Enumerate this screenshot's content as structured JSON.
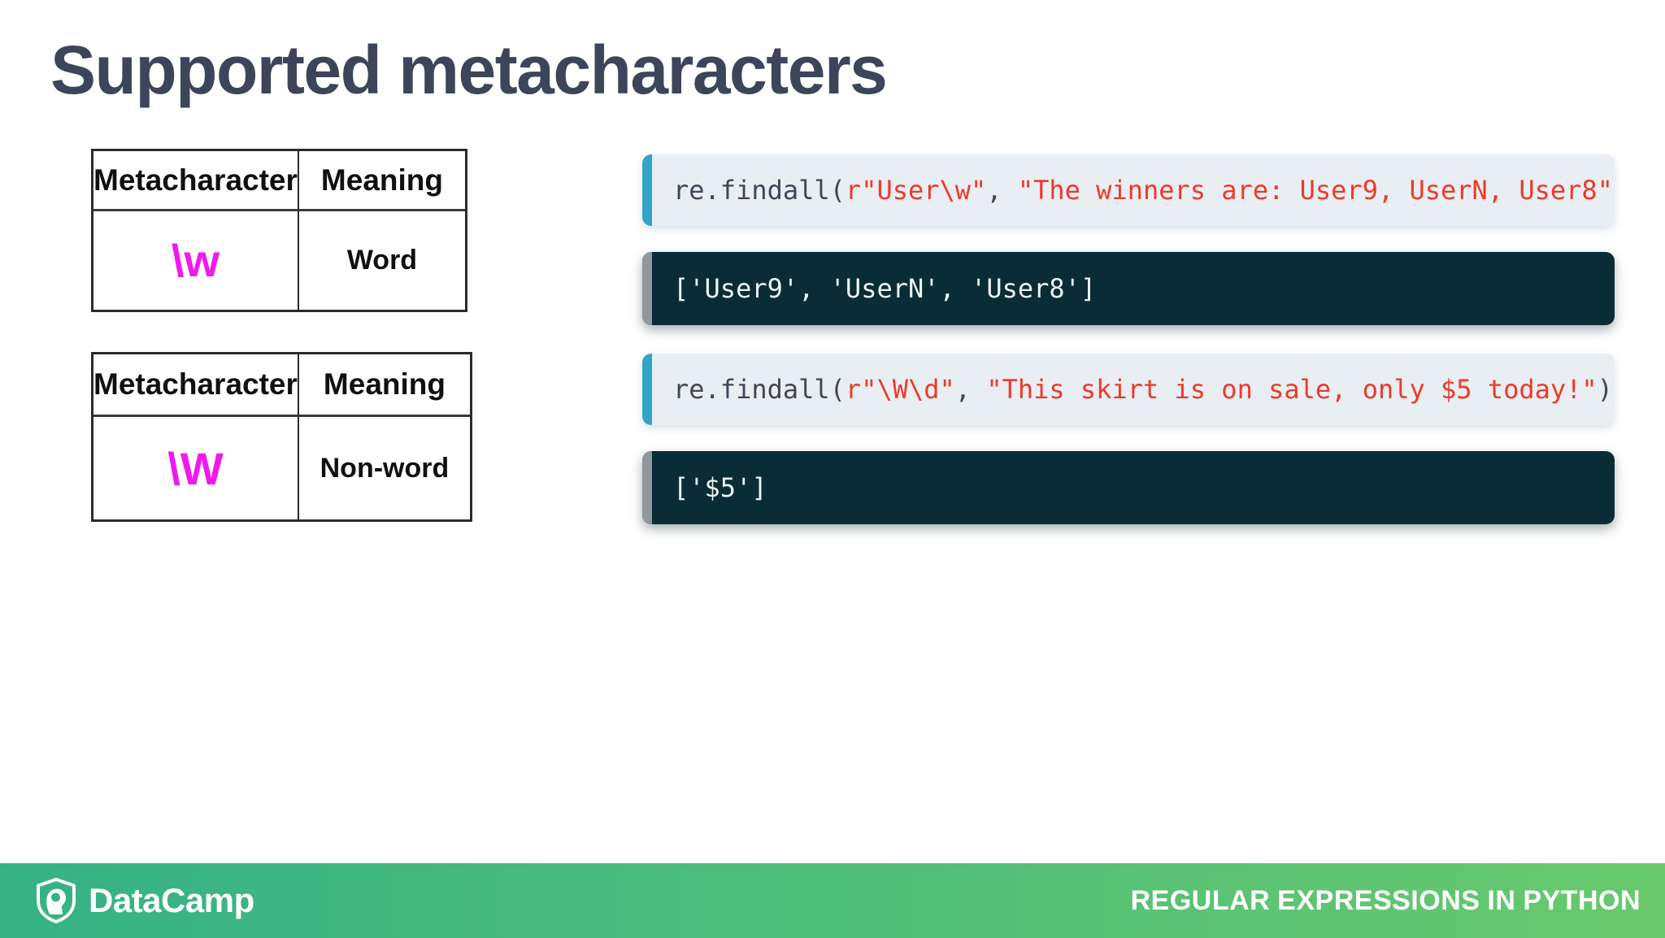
{
  "slide": {
    "title": "Supported metacharacters"
  },
  "tables": [
    {
      "headers": [
        "Metacharacter",
        "Meaning"
      ],
      "metacharacter": "\\w",
      "meaning": "Word"
    },
    {
      "headers": [
        "Metacharacter",
        "Meaning"
      ],
      "metacharacter": "\\W",
      "meaning": "Non-word"
    }
  ],
  "code_blocks": [
    {
      "function_call": "re.findall(",
      "pattern": "r\"User\\w\"",
      "separator": ", ",
      "argument": "\"The winners are: User9, UserN, User8\"",
      "close_paren": ")"
    },
    {
      "function_call": "re.findall(",
      "pattern": "r\"\\W\\d\"",
      "separator": ", ",
      "argument": "\"This skirt is on sale, only $5 today!\"",
      "close_paren": ")"
    }
  ],
  "output_blocks": [
    {
      "text": "['User9', 'UserN', 'User8']"
    },
    {
      "text": "['$5']"
    }
  ],
  "footer": {
    "brand": "DataCamp",
    "course": "REGULAR EXPRESSIONS IN PYTHON"
  },
  "colors": {
    "title-color": "#3c455a",
    "magenta": "#f218ee",
    "light-bg": "#e9eef3",
    "dark-bg": "#0a2c36",
    "bar-teal": "#32a4c8",
    "bar-gray": "#8f989b",
    "code-slate": "#3e4756",
    "code-red": "#ed3a28",
    "footer-green-1": "#35b286",
    "footer-green-2": "#69c96d"
  }
}
